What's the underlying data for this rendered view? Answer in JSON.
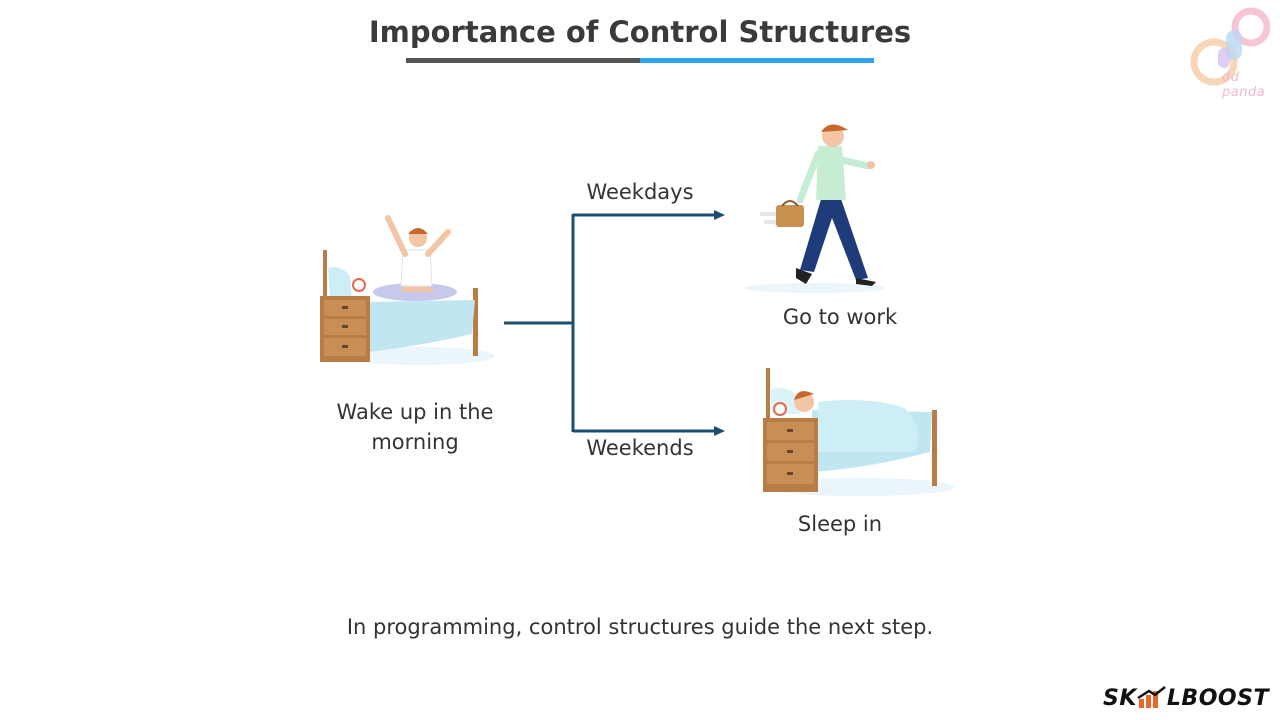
{
  "slide": {
    "title": "Importance of Control Structures",
    "caption": "In programming, control structures guide the next step."
  },
  "diagram": {
    "start": "Wake up in the morning",
    "branches": [
      {
        "condition": "Weekdays",
        "outcome": "Go to work"
      },
      {
        "condition": "Weekends",
        "outcome": "Sleep in"
      }
    ],
    "line_color": "#1b4f72"
  },
  "logos": {
    "corner_text": "dd panda",
    "brand_left": "SK",
    "brand_right": "LBOOST"
  },
  "colors": {
    "title_bar_dark": "#555555",
    "title_bar_blue": "#2ea3f2",
    "bed_blanket": "#bfe6f1",
    "nightstand": "#b77d45",
    "shirt": "#c6ecd4",
    "pants": "#1e3c7a"
  }
}
